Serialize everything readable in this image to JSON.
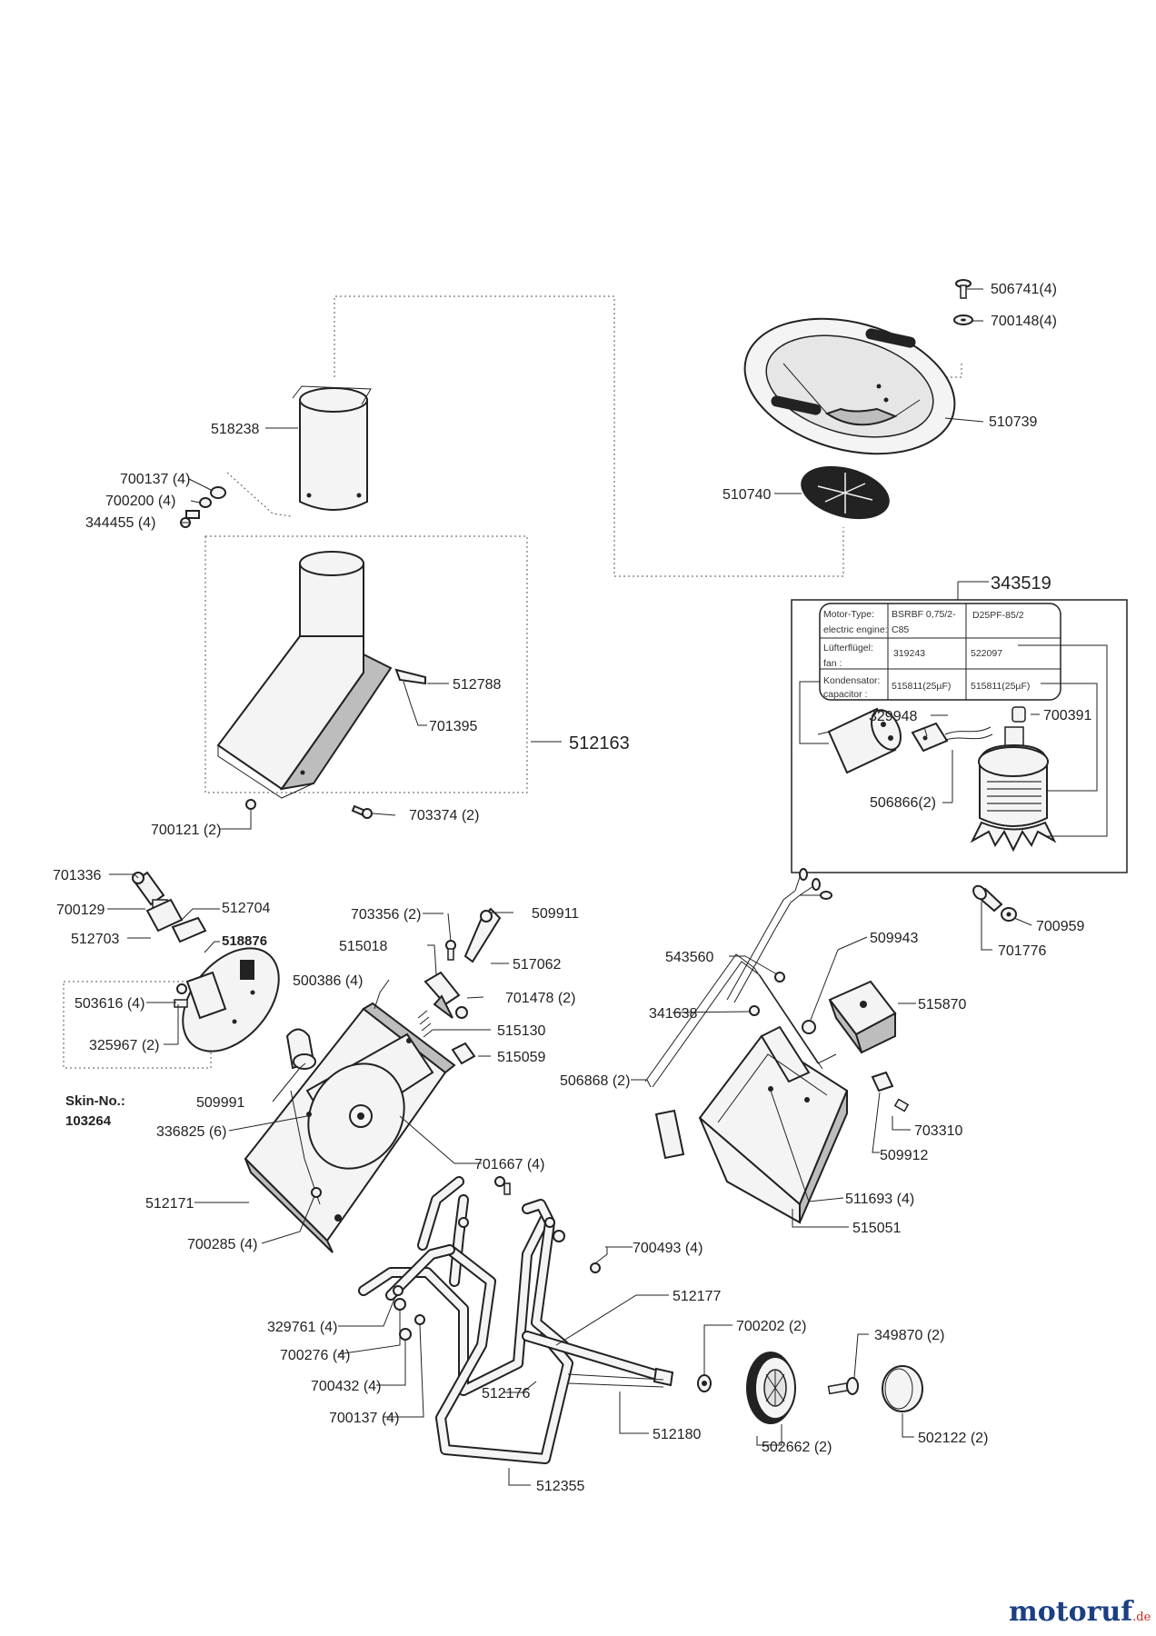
{
  "parts": {
    "p506741": "506741(4)",
    "p700148": "700148(4)",
    "p510739": "510739",
    "p510740": "510740",
    "p518238": "518238",
    "p700137a": "700137 (4)",
    "p700200": "700200 (4)",
    "p344455": "344455 (4)",
    "p512788": "512788",
    "p701395": "701395",
    "p512163": "512163",
    "p700121": "700121 (2)",
    "p703374": "703374 (2)",
    "p343519": "343519",
    "p329948": "329948",
    "p700391": "700391",
    "p506866": "506866(2)",
    "p701336": "701336",
    "p700129": "700129",
    "p512704": "512704",
    "p512703": "512703",
    "p518876": "518876",
    "p703356": "703356 (2)",
    "p509911": "509911",
    "p515018": "515018",
    "p517062": "517062",
    "p500386": "500386 (4)",
    "p701478": "701478 (2)",
    "p503616": "503616 (4)",
    "p515130": "515130",
    "p325967": "325967 (2)",
    "p515059": "515059",
    "p509991": "509991",
    "p336825": "336825 (6)",
    "p701667": "701667 (4)",
    "p512171": "512171",
    "p700285": "700285 (4)",
    "p700959": "700959",
    "p701776": "701776",
    "p509943": "509943",
    "p543560": "543560",
    "p515870": "515870",
    "p341638": "341638",
    "p506868": "506868 (2)",
    "p703310": "703310",
    "p509912": "509912",
    "p511693": "511693 (4)",
    "p515051": "515051",
    "p700493": "700493 (4)",
    "p512177": "512177",
    "p700202": "700202 (2)",
    "p349870": "349870 (2)",
    "p329761": "329761 (4)",
    "p700276": "700276 (4)",
    "p700432": "700432 (4)",
    "p512176": "512176",
    "p700137b": "700137 (4)",
    "p512180": "512180",
    "p502662": "502662 (2)",
    "p502122": "502122 (2)",
    "p512355": "512355"
  },
  "skin": {
    "label": "Skin-No.:",
    "number": "103264"
  },
  "motor_table": {
    "r1c1a": "Motor-Type:",
    "r1c1b": "electric engine:",
    "r1c2a": "BSRBF 0,75/2-",
    "r1c2b": "C85",
    "r1c3": "D25PF-85/2",
    "r2c1a": "Lüfterflügel:",
    "r2c1b": "fan :",
    "r2c2": "319243",
    "r2c3": "522097",
    "r3c1a": "Kondensator:",
    "r3c1b": "capacitor :",
    "r3c2": "515811(25µF)",
    "r3c3": "515811(25µF)"
  },
  "logo": {
    "name": "motoruf",
    "tld": ".de"
  },
  "colors": {
    "logo_blue": "#1b3f82",
    "logo_red": "#c8261d",
    "logo_orange": "#e09a1c"
  }
}
